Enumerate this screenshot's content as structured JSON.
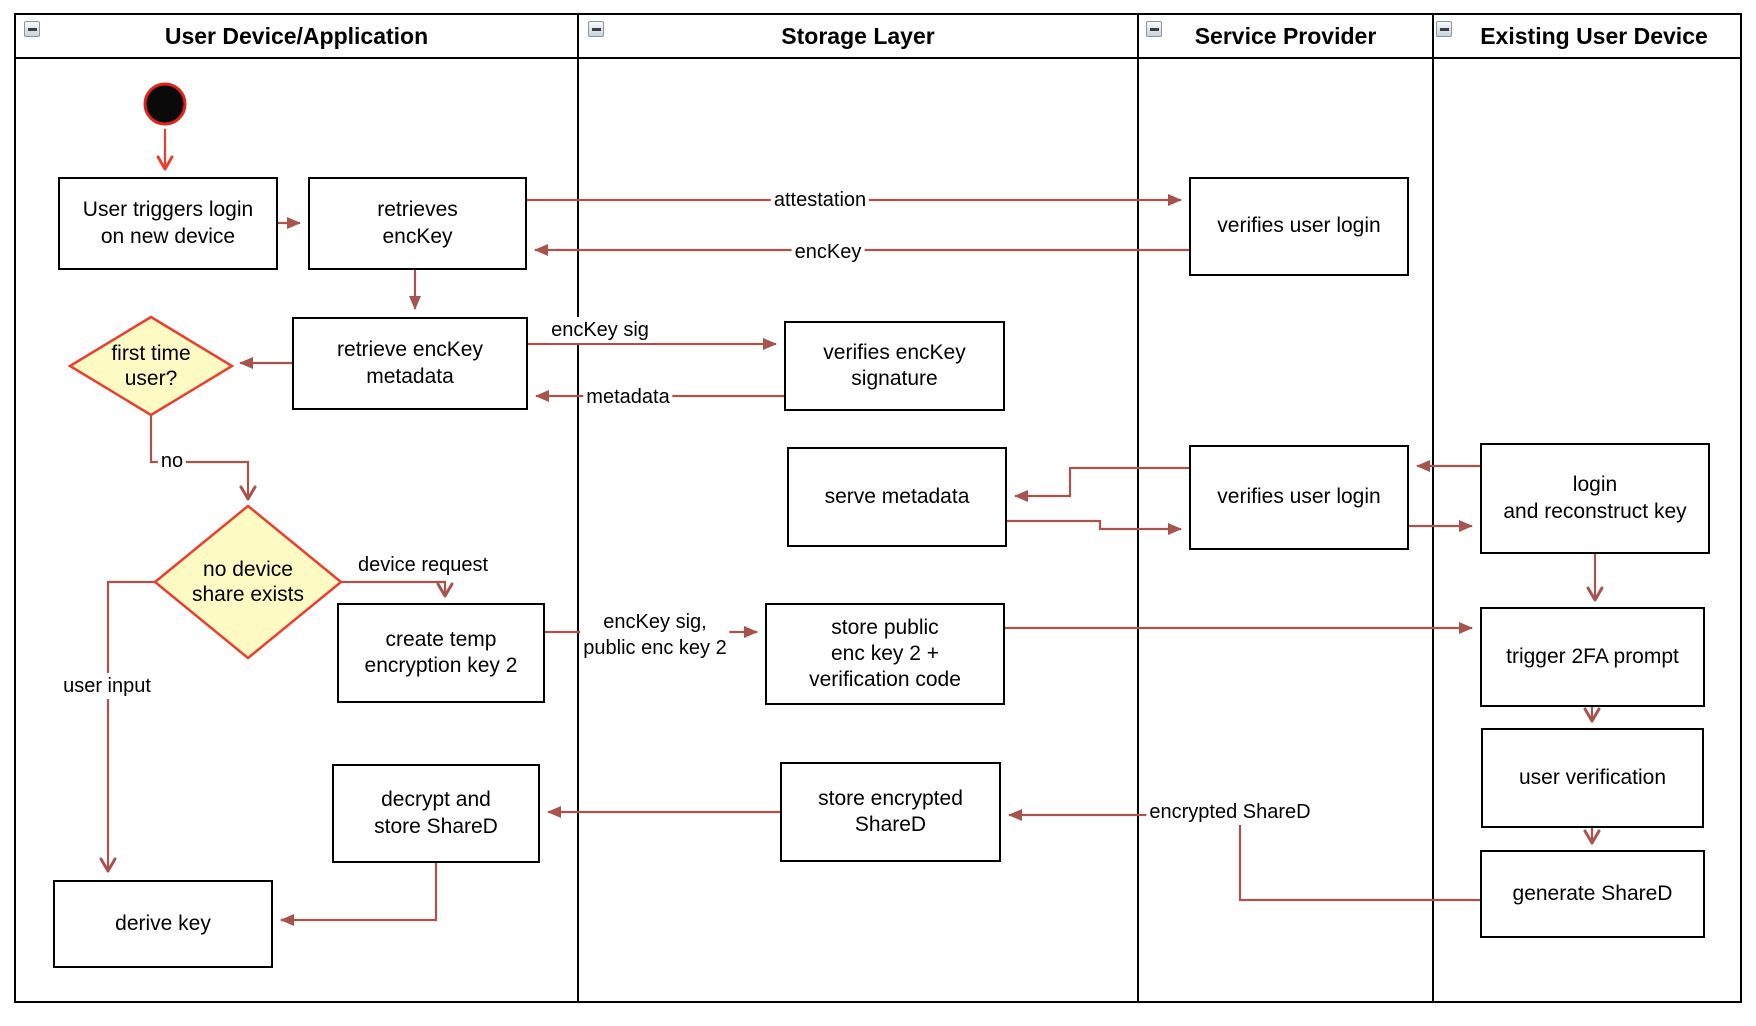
{
  "colors": {
    "box_border": "#000000",
    "connector": "#A8544E",
    "flow_red": "#E8402F",
    "start_fill": "#0A0A0A",
    "start_stroke": "#E2231A",
    "decision_fill": "#FDFAC4",
    "decision_stroke": "#E8402F"
  },
  "lanes": [
    {
      "title": "User Device/Application"
    },
    {
      "title": "Storage Layer"
    },
    {
      "title": "Service Provider"
    },
    {
      "title": "Existing User Device"
    }
  ],
  "nodes": {
    "start": "start",
    "user_triggers_login": "User triggers login\non new device",
    "retrieves_enckey": "retrieves\nencKey",
    "retrieve_enckey_metadata": "retrieve encKey\nmetadata",
    "first_time_user": "first time\nuser?",
    "no_device_share_exists": "no device\nshare exists",
    "create_temp_key2": "create temp\nencryption key 2",
    "decrypt_store_shared": "decrypt and\nstore ShareD",
    "derive_key": "derive key",
    "verifies_enckey_signature": "verifies encKey\nsignature",
    "serve_metadata": "serve metadata",
    "store_public_enc_key2": "store public\nenc key 2 +\nverification code",
    "store_encrypted_shared": "store encrypted\nShareD",
    "verifies_user_login_top": "verifies user login",
    "verifies_user_login_mid": "verifies user login",
    "login_and_reconstruct_key": "login\nand reconstruct key",
    "trigger_2fa_prompt": "trigger 2FA prompt",
    "user_verification": "user verification",
    "generate_shared": "generate ShareD"
  },
  "edge_labels": {
    "attestation": "attestation",
    "enckey": "encKey",
    "enckey_sig": "encKey sig",
    "metadata": "metadata",
    "no": "no",
    "device_request": "device request",
    "user_input": "user input",
    "enckey_sig_public_key2": "encKey sig,\npublic enc key 2",
    "encrypted_shared": "encrypted ShareD"
  }
}
